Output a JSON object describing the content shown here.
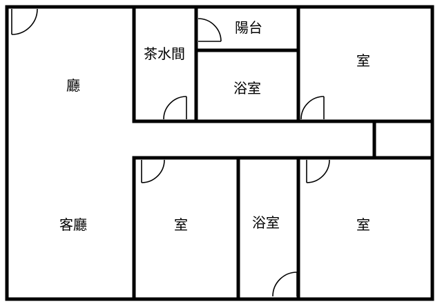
{
  "rooms": {
    "hall_upper": "廳",
    "living_room": "客廳",
    "pantry": "茶水間",
    "balcony": "陽台",
    "bathroom_upper": "浴室",
    "room_upper_right": "室",
    "room_lower_middle": "室",
    "bathroom_lower": "浴室",
    "room_lower_right": "室"
  },
  "colors": {
    "wall": "#000000",
    "background": "#ffffff"
  }
}
